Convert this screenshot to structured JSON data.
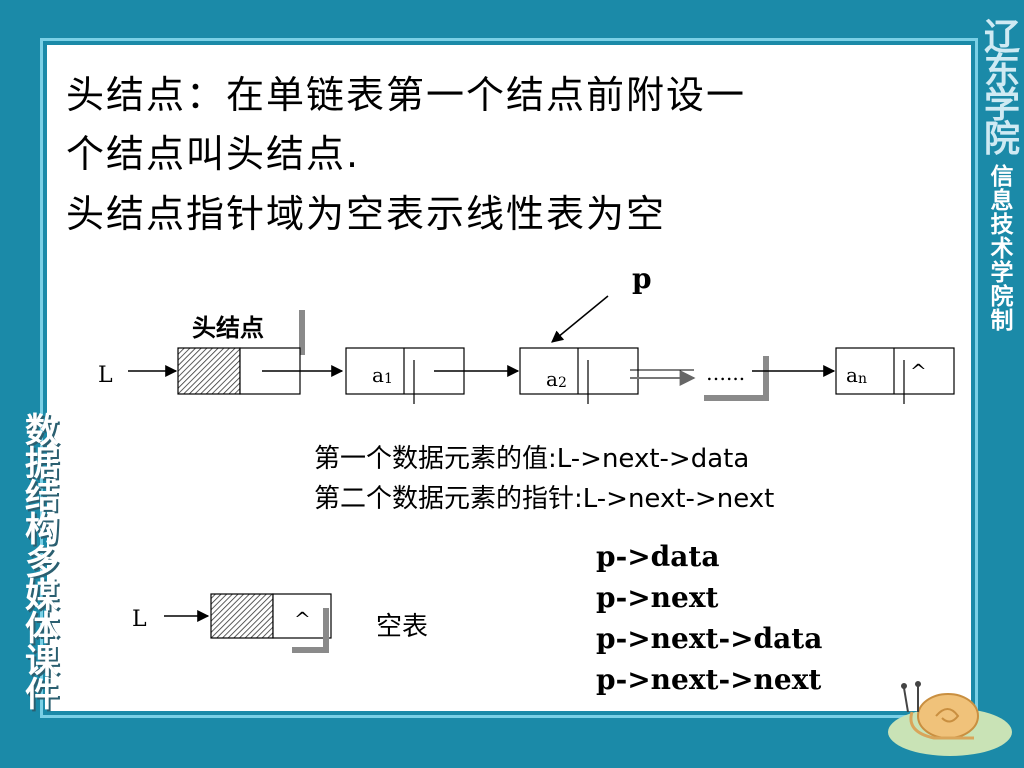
{
  "sidebar": {
    "school_chars": [
      "辽",
      "东",
      "学",
      "院"
    ],
    "dept_chars": [
      "信",
      "息",
      "技",
      "术",
      "学",
      "院",
      "制"
    ],
    "course_chars": [
      "数",
      "据",
      "结",
      "构",
      "多",
      "媒",
      "体",
      "课",
      "件"
    ]
  },
  "title": {
    "line1": "头结点：在单链表第一个结点前附设一",
    "line2": "个结点叫头结点.",
    "line3": "头结点指针域为空表示线性表为空"
  },
  "diagram": {
    "pointer_p": "p",
    "head_label": "头结点",
    "list_label": "L",
    "node1": "a",
    "node1_sub": "1",
    "node2": "a",
    "node2_sub": "2",
    "ellipsis": "…...",
    "node_n": "a",
    "node_n_sub": "n",
    "null_mark": "^"
  },
  "notes": {
    "first_value": "第一个数据元素的值:L->next->data",
    "second_pointer": "第二个数据元素的指针:L->next->next"
  },
  "empty_list": {
    "list_label": "L",
    "null_mark": "^",
    "caption": "空表"
  },
  "expressions": [
    "p->data",
    "p->next",
    "p->next->data",
    "p->next->next"
  ],
  "colors": {
    "background": "#1b8aa8",
    "slide": "#ffffff",
    "shadow": "#8a8a8a"
  }
}
